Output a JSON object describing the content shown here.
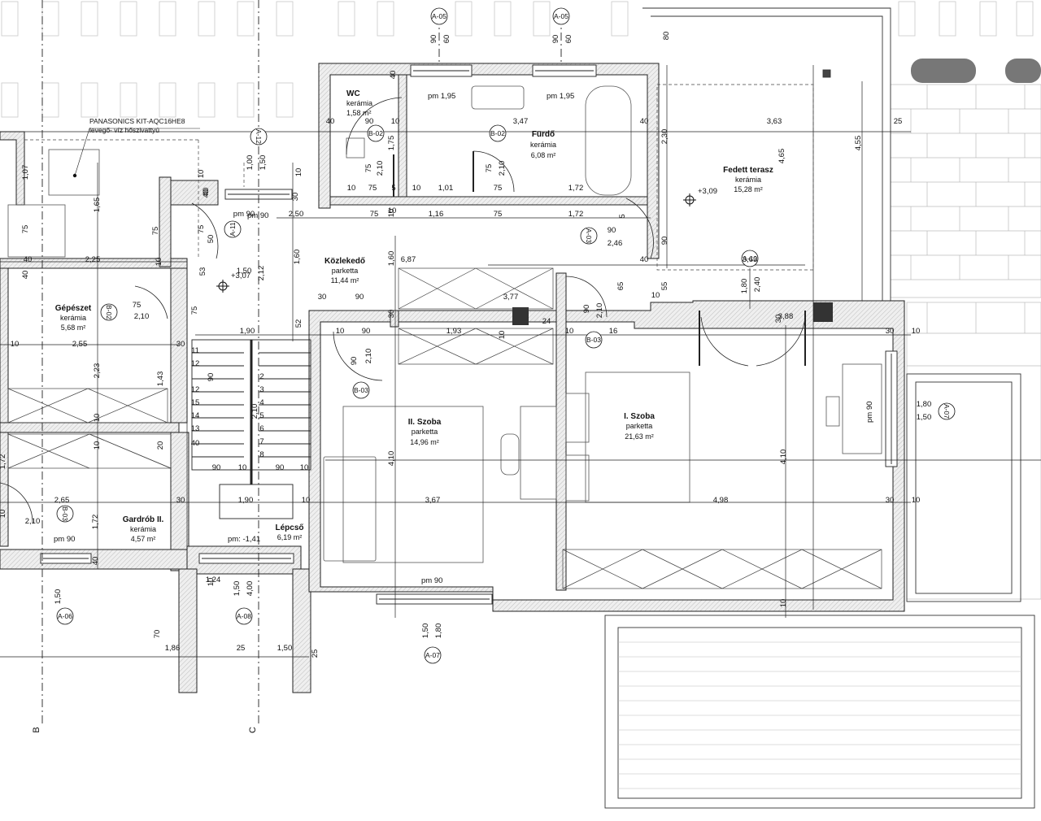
{
  "rooms": [
    {
      "id": "wc",
      "name": "WC",
      "finish": "kerámia",
      "area": "1,58 m²"
    },
    {
      "id": "furdo",
      "name": "Fürdő",
      "finish": "kerámia",
      "area": "6,08 m²"
    },
    {
      "id": "fedett-terasz",
      "name": "Fedett terasz",
      "finish": "kerámia",
      "area": "15,28 m²"
    },
    {
      "id": "kozlekedo",
      "name": "Közlekedő",
      "finish": "parketta",
      "area": "11,44 m²"
    },
    {
      "id": "gepeszet",
      "name": "Gépészet",
      "finish": "kerámia",
      "area": "5,68 m²"
    },
    {
      "id": "szoba-2",
      "name": "II. Szoba",
      "finish": "parketta",
      "area": "14,96 m²"
    },
    {
      "id": "szoba-1",
      "name": "I. Szoba",
      "finish": "parketta",
      "area": "21,63 m²"
    },
    {
      "id": "gardrob-2",
      "name": "Gardrób II.",
      "finish": "kerámia",
      "area": "4,57 m²"
    },
    {
      "id": "lepcso",
      "name": "Lépcső",
      "finish": "",
      "area": "6,19 m²"
    }
  ],
  "equipment_note": {
    "line1": "PANASONICS KIT-AQC16HE8",
    "line2": "levegő- víz hőszivattyú"
  },
  "levels": [
    "+3,09",
    "+3,07"
  ],
  "window_labels": [
    "pm 1,95",
    "pm 1,95",
    "pm 90",
    "pm 90",
    "pm 90",
    "pm 90",
    "pm: -1,41"
  ],
  "section_bubbles": [
    "A-05",
    "A-05",
    "A-12",
    "A-11",
    "A-03",
    "A-10",
    "B-02",
    "B-02",
    "B-02",
    "B-03",
    "B-03",
    "B-03",
    "A-06",
    "A-08",
    "A-07",
    "A-07"
  ],
  "axes": [
    "B",
    "C"
  ],
  "dimensions": [
    "90",
    "60",
    "90",
    "60",
    "80",
    "40",
    "40",
    "3,47",
    "40",
    "3,63",
    "25",
    "2,30",
    "4,65",
    "4,55",
    "90",
    "10",
    "1,75",
    "75",
    "2,10",
    "75",
    "2,10",
    "1,00",
    "1,50",
    "10",
    "30",
    "10",
    "40",
    "10",
    "75",
    "5",
    "10",
    "1,01",
    "75",
    "1,72",
    "40",
    "10",
    "75",
    "10",
    "1,16",
    "75",
    "1,72",
    "5",
    "pm 90",
    "2,50",
    "90",
    "2,46",
    "90",
    "1,60",
    "1,60",
    "6,87",
    "40",
    "3,63",
    "10",
    "55",
    "1,80",
    "2,40",
    "1,07",
    "1,65",
    "75",
    "75",
    "75",
    "50",
    "53",
    "2,12",
    "1,50",
    "2,25",
    "40",
    "10",
    "40",
    "30",
    "90",
    "30",
    "3,77",
    "90",
    "2,10",
    "65",
    "30",
    "3,88",
    "30",
    "10",
    "75",
    "2,10",
    "75",
    "1,90",
    "52",
    "10",
    "90",
    "1,93",
    "10",
    "24",
    "10",
    "16",
    "2,10",
    "90",
    "10",
    "2,55",
    "30",
    "2,23",
    "1,43",
    "10",
    "2,10",
    "90",
    "4,10",
    "4,10",
    "1,80",
    "1,50",
    "20",
    "10",
    "1,72",
    "10",
    "90",
    "10",
    "90",
    "3,67",
    "4,98",
    "30",
    "10",
    "2,65",
    "30",
    "1,90",
    "10",
    "10",
    "1,72",
    "2,10",
    "40",
    "10",
    "1,50",
    "4,00",
    "1,50",
    "1,80",
    "1,50",
    "70",
    "1,86",
    "25",
    "1,50",
    "25",
    "1,24",
    "10",
    "40",
    "12",
    "15",
    "14",
    "13",
    "12",
    "11",
    "8",
    "7",
    "6",
    "5",
    "4",
    "3",
    "2",
    "1"
  ]
}
